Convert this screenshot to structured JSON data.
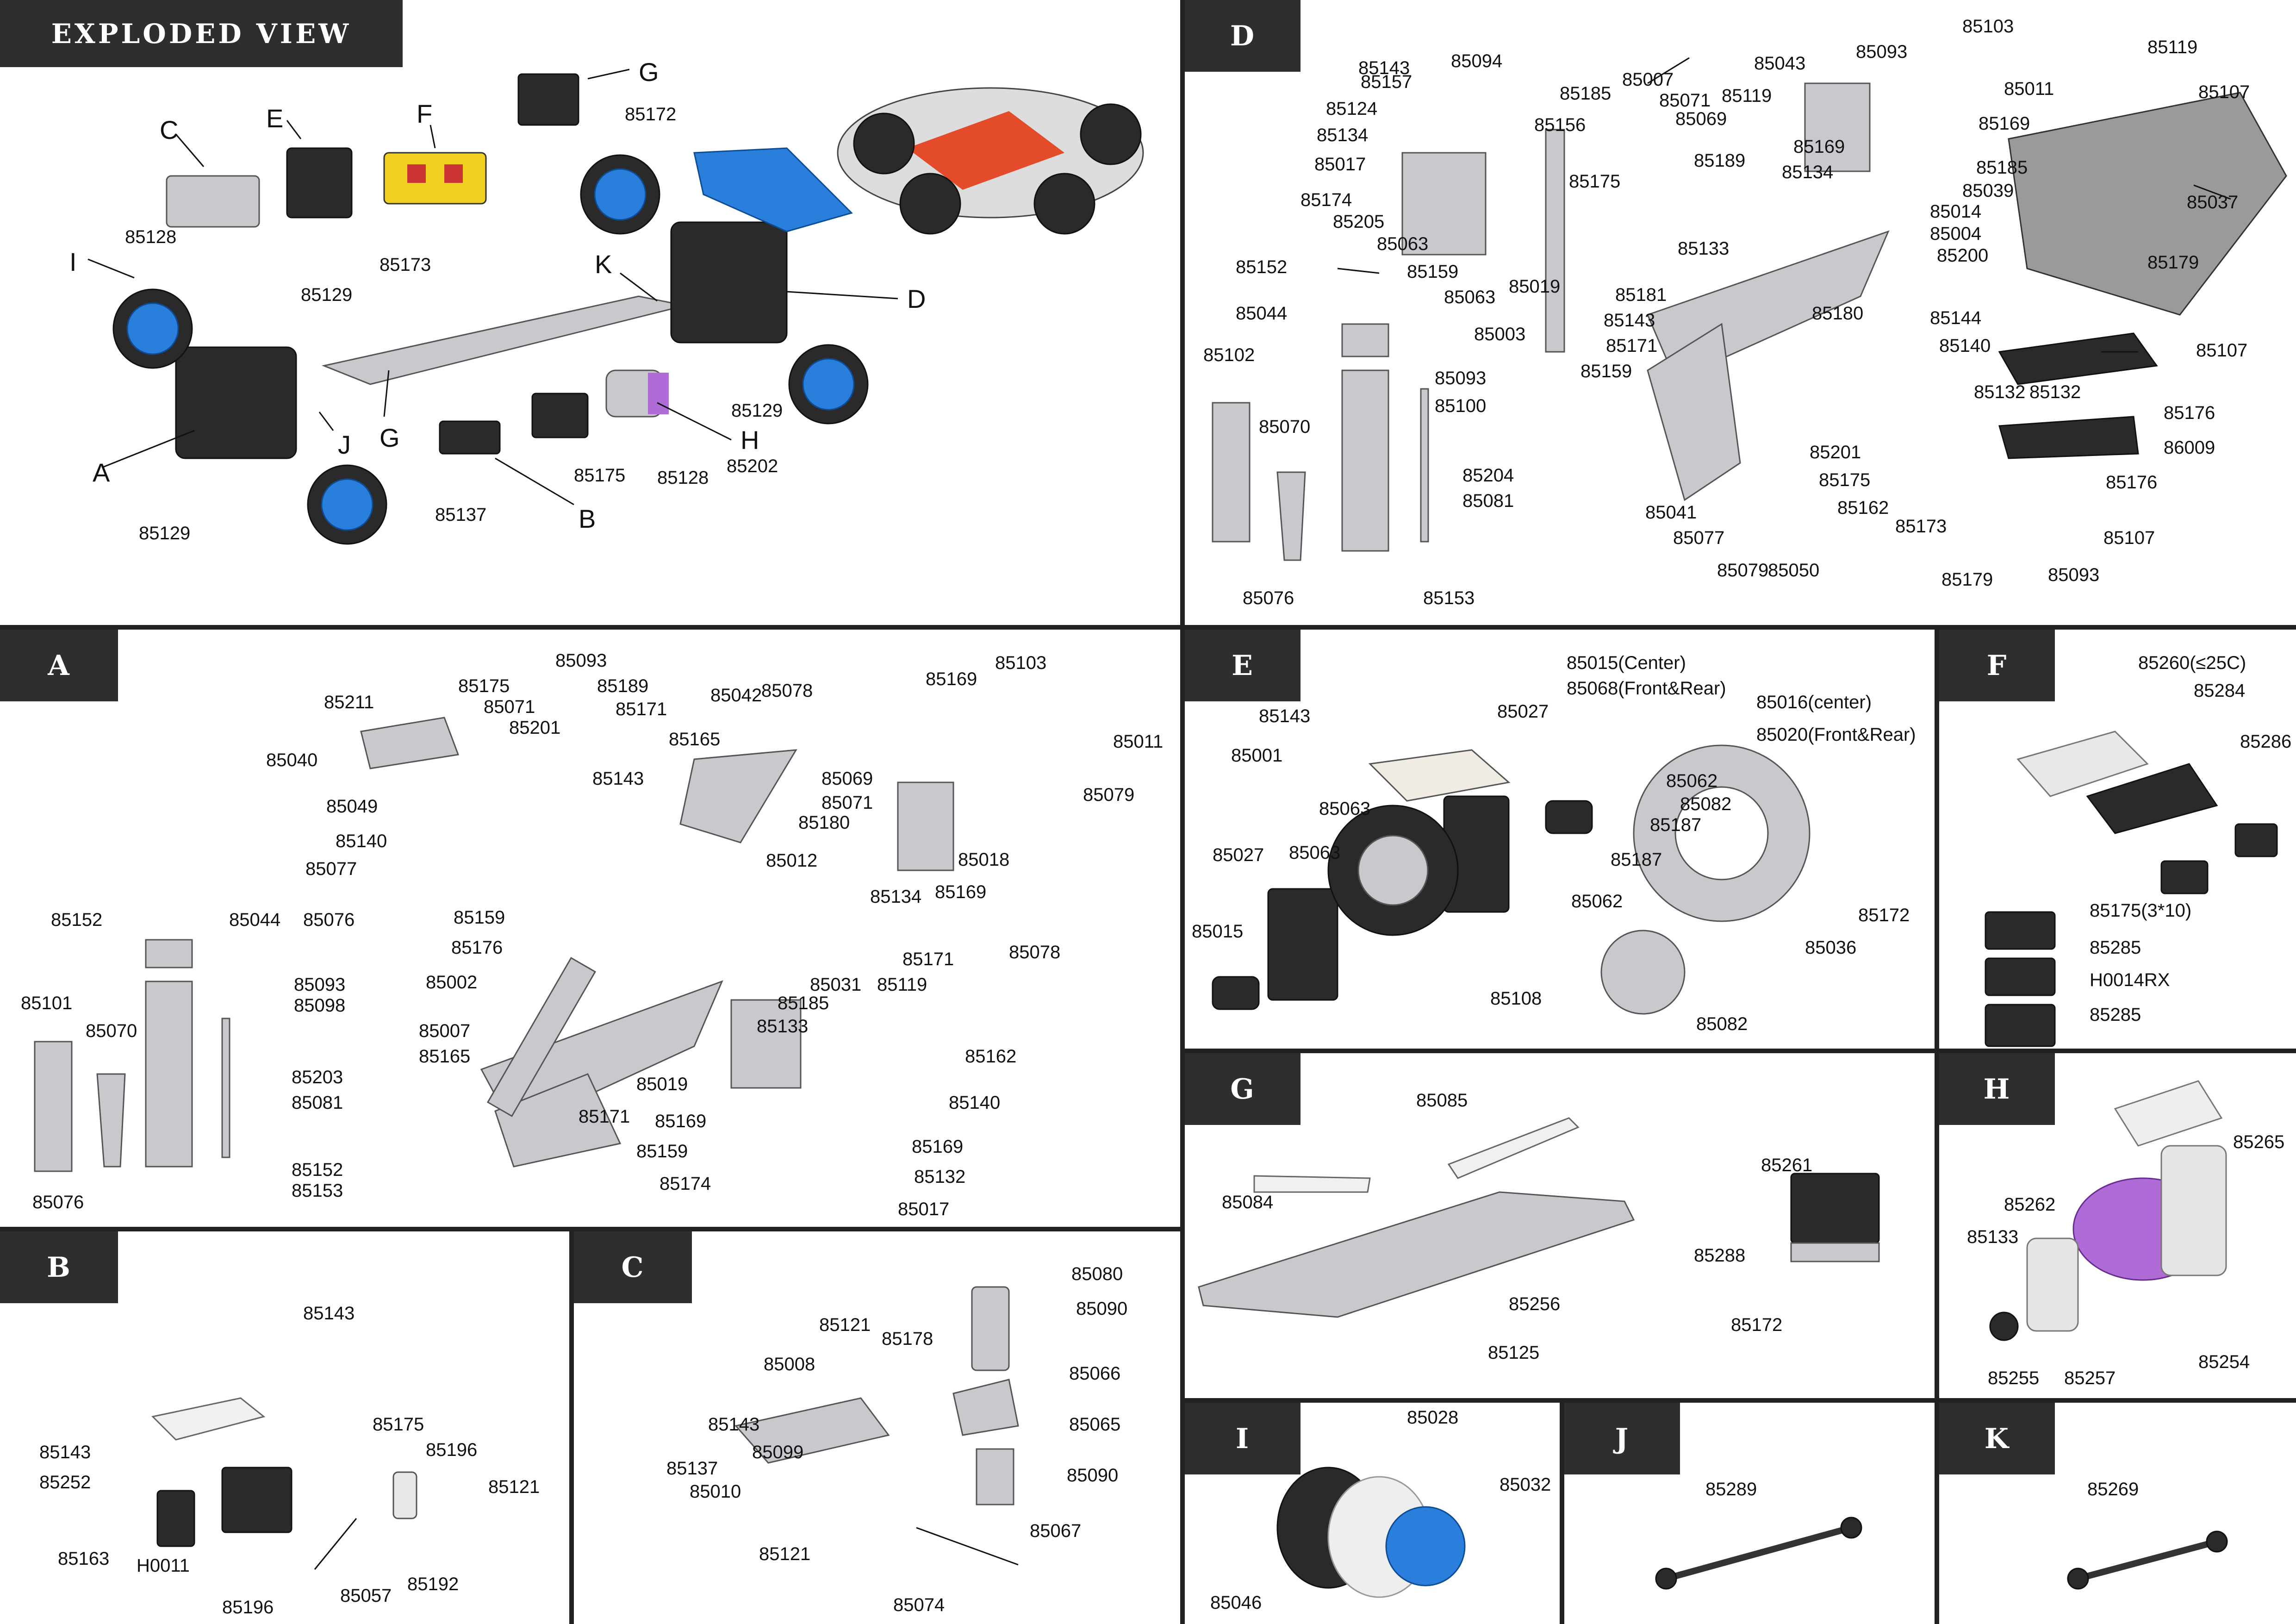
{
  "title": "EXPLODED VIEW",
  "overview": {
    "letters": [
      "A",
      "B",
      "C",
      "D",
      "E",
      "F",
      "G",
      "G",
      "H",
      "I",
      "J",
      "K"
    ],
    "parts": [
      "85128",
      "85129",
      "85173",
      "85172",
      "85129",
      "85137",
      "85175",
      "85128",
      "85202",
      "85129"
    ]
  },
  "sections": {
    "A": {
      "tag": "A",
      "parts": [
        "85211",
        "85175",
        "85071",
        "85201",
        "85040",
        "85049",
        "85140",
        "85077",
        "85076",
        "85159",
        "85176",
        "85002",
        "85007",
        "85165",
        "85093",
        "85189",
        "85171",
        "85143",
        "85165",
        "85042",
        "85078",
        "85069",
        "85071",
        "85180",
        "85012",
        "85134",
        "85171",
        "85031",
        "85185",
        "85133",
        "85019",
        "85169",
        "85159",
        "85174",
        "85162",
        "85140",
        "85169",
        "85132",
        "85017",
        "85169",
        "85103",
        "85011",
        "85079",
        "85018",
        "85169",
        "85078",
        "85119",
        "85171",
        "85152",
        "85044",
        "85101",
        "85070",
        "85093",
        "85098",
        "85203",
        "85081",
        "85152",
        "85153",
        "85076"
      ]
    },
    "B": {
      "tag": "B",
      "parts": [
        "85143",
        "85143",
        "85252",
        "85163",
        "H0011",
        "85196",
        "85175",
        "85196",
        "85121",
        "85057",
        "85192"
      ]
    },
    "C": {
      "tag": "C",
      "parts": [
        "85121",
        "85178",
        "85008",
        "85143",
        "85099",
        "85137",
        "85010",
        "85121",
        "85074",
        "85080",
        "85090",
        "85066",
        "85065",
        "85090",
        "85067"
      ]
    },
    "D": {
      "tag": "D",
      "parts": [
        "85143",
        "85094",
        "85157",
        "85124",
        "85134",
        "85017",
        "85174",
        "85205",
        "85063",
        "85159",
        "85063",
        "85019",
        "85156",
        "85185",
        "85175",
        "85007",
        "85071",
        "85069",
        "85119",
        "85189",
        "85043",
        "85093",
        "85103",
        "85011",
        "85119",
        "85107",
        "85169",
        "85185",
        "85039",
        "85134",
        "85169",
        "85014",
        "85004",
        "85200",
        "85037",
        "85133",
        "85181",
        "85143",
        "85171",
        "85003",
        "85159",
        "85180",
        "85144",
        "85179",
        "85107",
        "85140",
        "85132",
        "85176",
        "86009",
        "85176",
        "85107",
        "85093",
        "85179",
        "85173",
        "85162",
        "85175",
        "85201",
        "85050",
        "85079",
        "85077",
        "85041",
        "85132",
        "85152",
        "85044",
        "85102",
        "85070",
        "85093",
        "85100",
        "85204",
        "85081",
        "85076",
        "85153"
      ]
    },
    "E": {
      "tag": "E",
      "parts": [
        "85015(Center)",
        "85068(Front&Rear)",
        "85143",
        "85027",
        "85001",
        "85063",
        "85027",
        "85063",
        "85015",
        "85016(center)",
        "85020(Front&Rear)",
        "85062",
        "85082",
        "85187",
        "85187",
        "85062",
        "85036",
        "85108",
        "85082",
        "85172"
      ]
    },
    "F": {
      "tag": "F",
      "parts": [
        "85260(≤25C)",
        "85284",
        "85286",
        "85175(3*10)",
        "85285",
        "H0014RX",
        "85285"
      ]
    },
    "G": {
      "tag": "G",
      "parts": [
        "85085",
        "85084",
        "85256",
        "85125",
        "85261",
        "85288",
        "85172"
      ]
    },
    "H": {
      "tag": "H",
      "parts": [
        "85265",
        "85262",
        "85133",
        "85255",
        "85257",
        "85254"
      ]
    },
    "I": {
      "tag": "I",
      "parts": [
        "85028",
        "85032",
        "85046"
      ]
    },
    "J": {
      "tag": "J",
      "parts": [
        "85289"
      ]
    },
    "K": {
      "tag": "K",
      "parts": [
        "85269"
      ]
    }
  },
  "colors": {
    "tag_bg": "#2e2e2e",
    "wheel_blue": "#2b7fdc",
    "part_grey": "#c7c9cc",
    "motor_purple": "#b06cd6"
  }
}
